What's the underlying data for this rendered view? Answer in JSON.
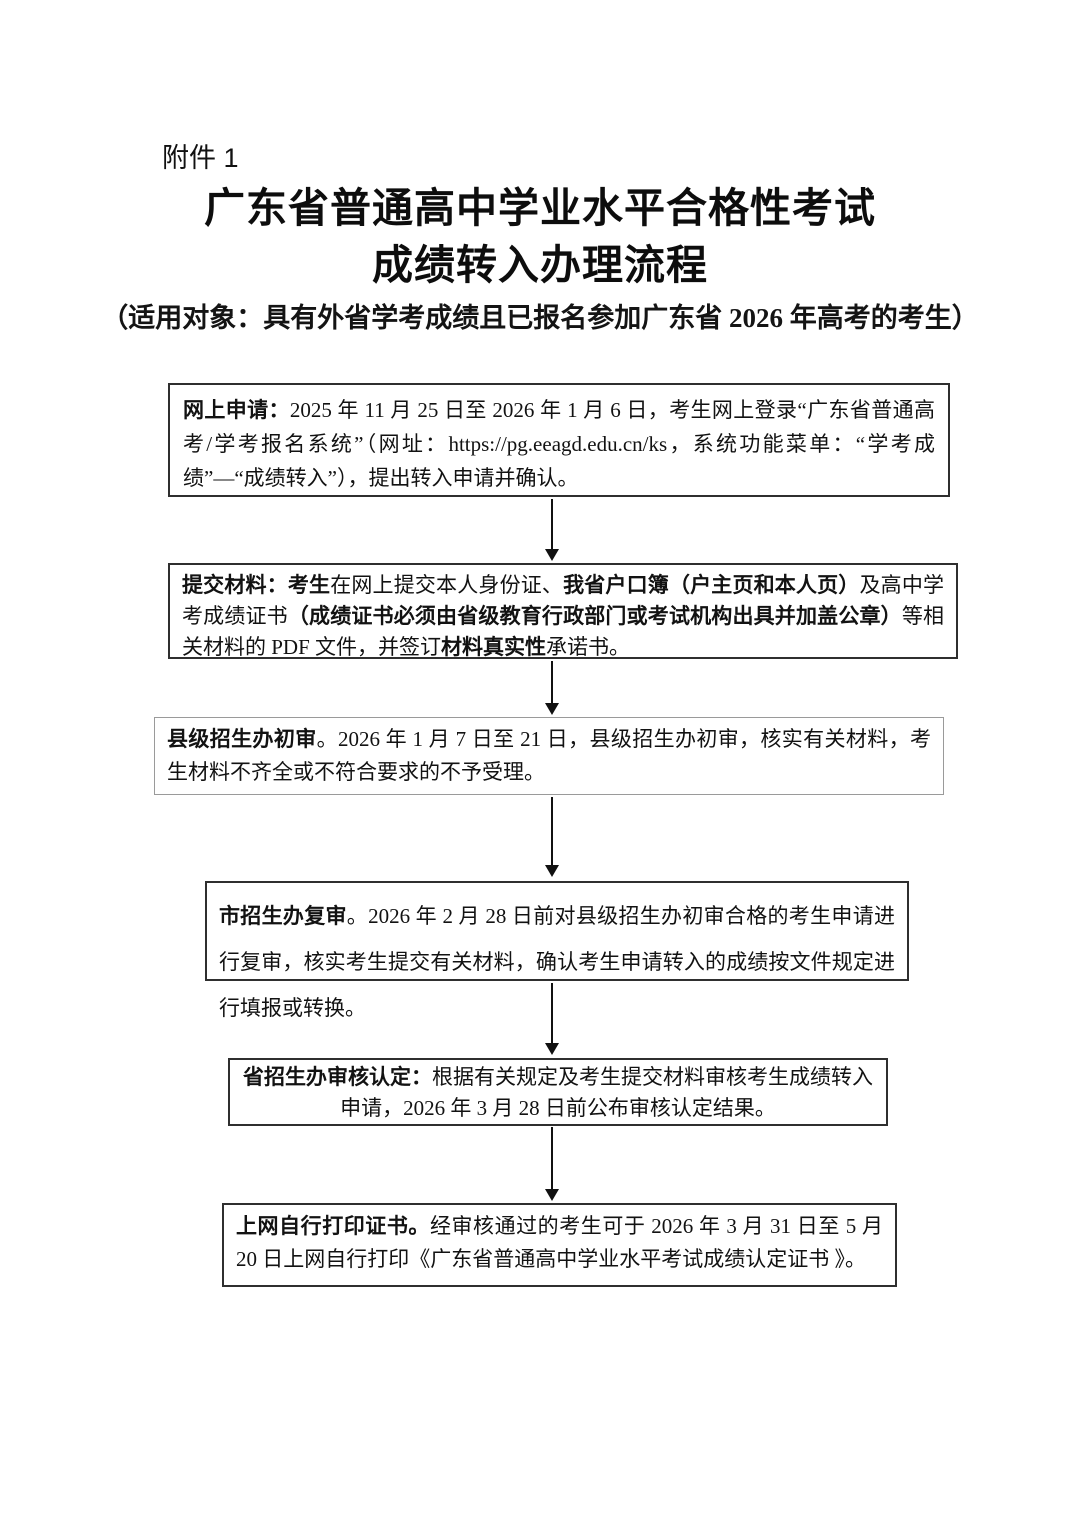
{
  "header": {
    "attachment_label": "附件 1",
    "title_line1": "广东省普通高中学业水平合格性考试",
    "title_line2": "成绩转入办理流程",
    "subtitle": "（适用对象：具有外省学考成绩且已报名参加广东省 2026 年高考的考生）"
  },
  "flowchart": {
    "steps": [
      {
        "name": "online-application",
        "segments": [
          {
            "text": "网上申请：",
            "bold": true
          },
          {
            "text": "2025 年 11 月 25 日至 2026 年 1 月 6 日，考生网上登录“广东省普通高考/学考报名系统”（网址：https://pg.eeagd.edu.cn/ks，系统功能菜单：“学考成绩”—“成绩转入”），提出转入申请并确认。",
            "bold": false
          }
        ]
      },
      {
        "name": "submit-materials",
        "segments": [
          {
            "text": "提交材料：考生",
            "bold": true
          },
          {
            "text": "在网上提交本人身份证、",
            "bold": false
          },
          {
            "text": "我省户口簿（户主页和本人页）",
            "bold": true
          },
          {
            "text": "及高中学考成绩证书",
            "bold": false
          },
          {
            "text": "（成绩证书必须由省级教育行政部门或考试机构出具并加盖公章）",
            "bold": true
          },
          {
            "text": "等相关材料的 PDF 文件，并签订",
            "bold": false
          },
          {
            "text": "材料真实性",
            "bold": true
          },
          {
            "text": "承诺书。",
            "bold": false
          }
        ]
      },
      {
        "name": "county-initial-review",
        "segments": [
          {
            "text": "县级招生办初审",
            "bold": true
          },
          {
            "text": "。2026 年 1 月 7 日至 21 日，县级招生办初审，核实有关材料，考生材料不齐全或不符合要求的不予受理。",
            "bold": false
          }
        ]
      },
      {
        "name": "city-re-review",
        "segments": [
          {
            "text": "市招生办复审",
            "bold": true
          },
          {
            "text": "。2026 年 2 月 28 日前对县级招生办初审合格的考生申请进行复审，核实考生提交有关材料，确认考生申请转入的成绩按文件规定进行填报或转换。",
            "bold": false
          }
        ]
      },
      {
        "name": "province-review-confirm",
        "segments": [
          {
            "text": "省招生办审核认定：",
            "bold": true
          },
          {
            "text": "根据有关规定及考生提交材料审核考生成绩转入申请，2026 年 3 月 28 日前公布审核认定结果。",
            "bold": false
          }
        ]
      },
      {
        "name": "print-certificate",
        "segments": [
          {
            "text": "上网自行打印证书。",
            "bold": true
          },
          {
            "text": "经审核通过的考生可于 2026 年 3 月 31 日至 5 月 20 日上网自行打印《广东省普通高中学业水平考试成绩认定证书 》。",
            "bold": false
          }
        ]
      }
    ]
  },
  "colors": {
    "text": "#151515",
    "box_border_dark": "#2f2f2f",
    "box_border_gray": "#9a9a9a",
    "arrow": "#111111"
  }
}
